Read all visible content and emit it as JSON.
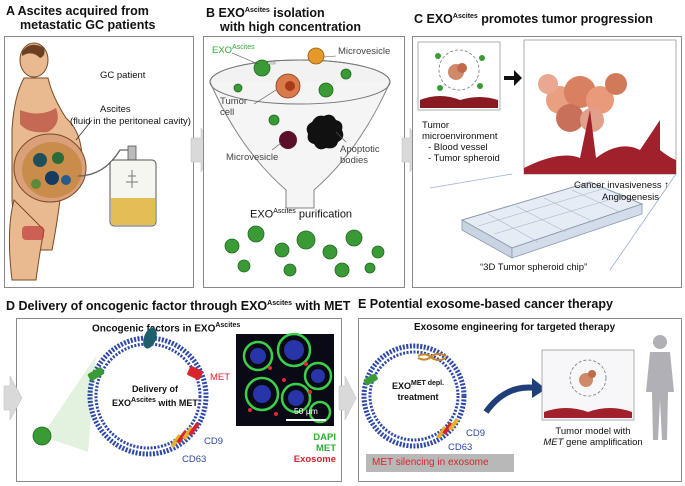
{
  "panel_a": {
    "title_line1": "A  Ascites acquired from",
    "title_line2": "metastatic GC patients",
    "label_patient": "GC patient",
    "label_ascites": "Ascites",
    "label_fluid": "(fluid in the peritoneal cavity)"
  },
  "panel_b": {
    "title_pre": "B  EXO",
    "title_sup": "Ascites",
    "title_post": " isolation",
    "title_line2": "with high concentration",
    "label_exo": "EXO",
    "label_exo_sup": "Ascites",
    "label_microvesicle_top": "Microvesicle",
    "label_tumor_cell_1": "Tumor",
    "label_tumor_cell_2": "cell",
    "label_microvesicle_bottom": "Microvesicle",
    "label_apoptotic_1": "Apoptotic",
    "label_apoptotic_2": "bodies",
    "label_purification_pre": "EXO",
    "label_purification_sup": "Ascites",
    "label_purification_post": " purification"
  },
  "panel_c": {
    "title_pre": "C  EXO",
    "title_sup": "Ascites",
    "title_post": " promotes tumor progression",
    "label_tme_1": "Tumor",
    "label_tme_2": "microenvironment",
    "label_tme_3": "- Blood vessel",
    "label_tme_4": "- Tumor spheroid",
    "label_invasive": "Cancer invasiveness ↑",
    "label_angio": "Angiogenesis",
    "label_chip": "“3D Tumor spheroid chip”"
  },
  "panel_d": {
    "title": "D  Delivery of oncogenic factor through EXO",
    "title_sup": "Ascites",
    "title_post": " with MET",
    "subtitle_pre": "Oncogenic factors in EXO",
    "subtitle_sup": "Ascites",
    "label_delivery_1": "Delivery of",
    "label_delivery_2_pre": "EXO",
    "label_delivery_2_sup": "Ascites",
    "label_delivery_2_post": " with MET",
    "label_met": "MET",
    "label_cd9": "CD9",
    "label_cd63": "CD63",
    "label_scale": "50 μm",
    "legend_dapi": "DAPI",
    "legend_met": "MET",
    "legend_exosome": "Exosome"
  },
  "panel_e": {
    "title": "E  Potential exosome-based cancer therapy",
    "subtitle": "Exosome engineering for targeted therapy",
    "label_exo_pre": "EXO",
    "label_exo_sup": "MET depl.",
    "label_treatment": "treatment",
    "label_cd9": "CD9",
    "label_cd63": "CD63",
    "label_silencing": "MET silencing in exosome",
    "label_model_1": "Tumor model with",
    "label_model_2_italic": "MET",
    "label_model_2_post": " gene amplification"
  },
  "colors": {
    "panel_border": "#8a8a8a",
    "exosome_green": "#3a9a35",
    "exo_label_green": "#2fae3a",
    "met_red": "#d9232e",
    "membrane_blue": "#2d48a8",
    "blood_vessel": "#a0212b",
    "silencing_box": "#b8b8b8",
    "silencing_text": "#d9232e",
    "arrow_grey": "#d9d9d9",
    "curved_arrow": "#1f3f7a"
  }
}
